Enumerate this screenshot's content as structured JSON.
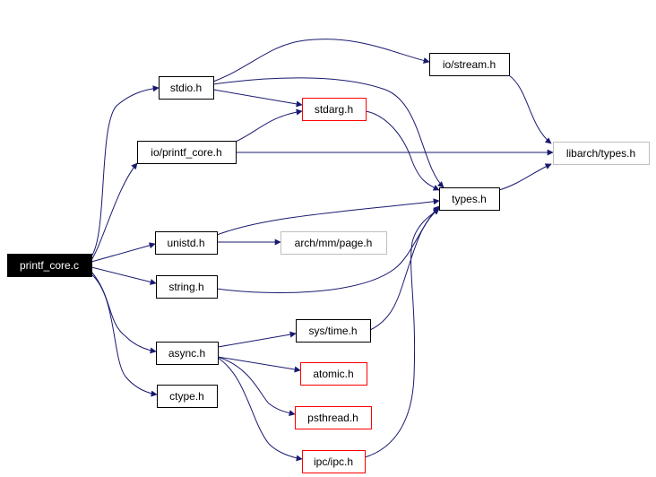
{
  "diagram": {
    "type": "include-dependency-graph",
    "colors": {
      "edge": "#191970",
      "root_fill": "#000000",
      "root_text": "#ffffff",
      "normal_border": "#000000",
      "red_border": "#ff0000",
      "gray_border": "#bfbfbf",
      "text": "#000000"
    },
    "nodes": [
      {
        "id": "printf_core_c",
        "label": "printf_core.c",
        "style": "root"
      },
      {
        "id": "stdio_h",
        "label": "stdio.h",
        "style": "normal"
      },
      {
        "id": "io_printf_core_h",
        "label": "io/printf_core.h",
        "style": "normal"
      },
      {
        "id": "unistd_h",
        "label": "unistd.h",
        "style": "normal"
      },
      {
        "id": "string_h",
        "label": "string.h",
        "style": "normal"
      },
      {
        "id": "async_h",
        "label": "async.h",
        "style": "normal"
      },
      {
        "id": "ctype_h",
        "label": "ctype.h",
        "style": "normal"
      },
      {
        "id": "io_stream_h",
        "label": "io/stream.h",
        "style": "normal"
      },
      {
        "id": "stdarg_h",
        "label": "stdarg.h",
        "style": "red"
      },
      {
        "id": "types_h",
        "label": "types.h",
        "style": "normal"
      },
      {
        "id": "libarch_types_h",
        "label": "libarch/types.h",
        "style": "gray"
      },
      {
        "id": "arch_mm_page_h",
        "label": "arch/mm/page.h",
        "style": "gray"
      },
      {
        "id": "sys_time_h",
        "label": "sys/time.h",
        "style": "normal"
      },
      {
        "id": "atomic_h",
        "label": "atomic.h",
        "style": "red"
      },
      {
        "id": "psthread_h",
        "label": "psthread.h",
        "style": "red"
      },
      {
        "id": "ipc_ipc_h",
        "label": "ipc/ipc.h",
        "style": "red"
      }
    ],
    "edges": [
      {
        "from": "printf_core_c",
        "to": "stdio_h"
      },
      {
        "from": "printf_core_c",
        "to": "io_printf_core_h"
      },
      {
        "from": "printf_core_c",
        "to": "unistd_h"
      },
      {
        "from": "printf_core_c",
        "to": "string_h"
      },
      {
        "from": "printf_core_c",
        "to": "async_h"
      },
      {
        "from": "printf_core_c",
        "to": "ctype_h"
      },
      {
        "from": "stdio_h",
        "to": "io_stream_h"
      },
      {
        "from": "stdio_h",
        "to": "stdarg_h"
      },
      {
        "from": "stdio_h",
        "to": "types_h"
      },
      {
        "from": "io_printf_core_h",
        "to": "stdarg_h"
      },
      {
        "from": "io_printf_core_h",
        "to": "libarch_types_h"
      },
      {
        "from": "stdarg_h",
        "to": "types_h"
      },
      {
        "from": "io_stream_h",
        "to": "libarch_types_h"
      },
      {
        "from": "types_h",
        "to": "libarch_types_h"
      },
      {
        "from": "unistd_h",
        "to": "types_h"
      },
      {
        "from": "unistd_h",
        "to": "arch_mm_page_h"
      },
      {
        "from": "string_h",
        "to": "types_h"
      },
      {
        "from": "async_h",
        "to": "sys_time_h"
      },
      {
        "from": "async_h",
        "to": "atomic_h"
      },
      {
        "from": "async_h",
        "to": "psthread_h"
      },
      {
        "from": "async_h",
        "to": "ipc_ipc_h"
      },
      {
        "from": "sys_time_h",
        "to": "types_h"
      },
      {
        "from": "ipc_ipc_h",
        "to": "types_h"
      }
    ]
  }
}
